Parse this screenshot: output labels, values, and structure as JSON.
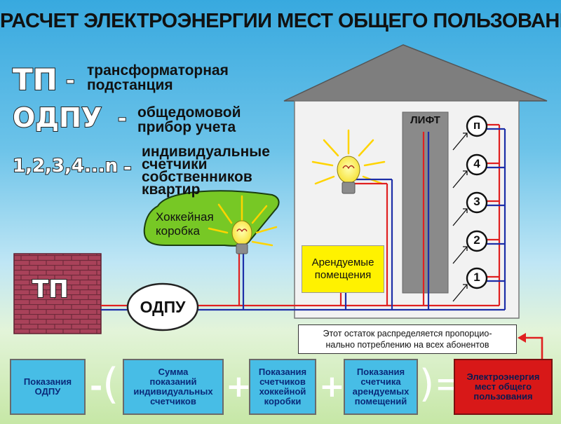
{
  "title": "РАСЧЕТ ЭЛЕКТРОЭНЕРГИИ МЕСТ ОБЩЕГО ПОЛЬЗОВАНИЯ",
  "legend": [
    {
      "abbr": "ТП",
      "dash": "-",
      "line1": "трансформаторная",
      "line2": "подстанция"
    },
    {
      "abbr": "ОДПУ",
      "dash": "-",
      "line1": "общедомовой",
      "line2": "прибор учета"
    },
    {
      "abbr": "1,2,3,4...n",
      "dash": "-",
      "line1": "индивидуальные",
      "line2": "счетчики",
      "line3": "собственников",
      "line4": "квартир"
    }
  ],
  "diagram": {
    "tp_label": "ТП",
    "odpu_label": "ОДПУ",
    "hockey_box": {
      "line1": "Хоккейная",
      "line2": "коробка"
    },
    "lift_label": "ЛИФТ",
    "rented": {
      "line1": "Арендуемые",
      "line2": "помещения"
    },
    "meters": [
      "п",
      "4",
      "3",
      "2",
      "1"
    ],
    "note": {
      "line1": "Этот остаток распределяется пропорцио-",
      "line2": "нально потреблению на всех абонентов"
    }
  },
  "formula": {
    "box1": {
      "line1": "Показания",
      "line2": "ОДПУ"
    },
    "minus": "-",
    "open_paren": "(",
    "box2": {
      "line1": "Сумма",
      "line2": "показаний",
      "line3": "индивидуальных",
      "line4": "счетчиков"
    },
    "plus1": "+",
    "box3": {
      "line1": "Показания",
      "line2": "счетчиков",
      "line3": "хоккейной",
      "line4": "коробки"
    },
    "plus2": "+",
    "box4": {
      "line1": "Показания",
      "line2": "счетчика",
      "line3": "арендуемых",
      "line4": "помещений"
    },
    "close_paren_equals": ")=",
    "result": {
      "line1": "Электроэнергия",
      "line2": "мест общего",
      "line3": "пользования"
    }
  },
  "colors": {
    "wire_red": "#e02020",
    "wire_blue": "#1d2ea8",
    "result_red": "#d81818",
    "hockey_green": "#77c825",
    "brick": "#a9425a"
  }
}
